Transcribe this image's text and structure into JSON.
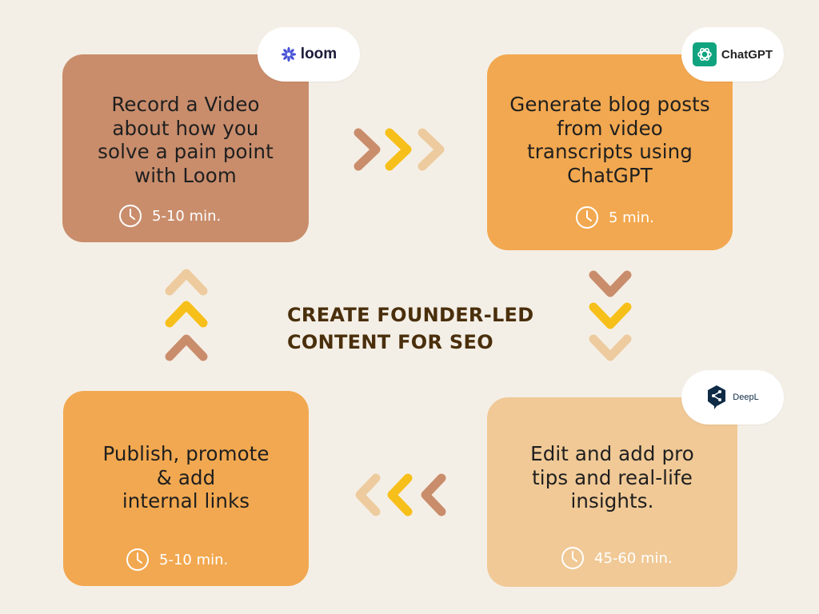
{
  "title": {
    "line1": "CREATE FOUNDER-LED",
    "line2": "CONTENT FOR SEO"
  },
  "steps": [
    {
      "text": "Record a Video\nabout how you\nsolve a pain point\nwith Loom",
      "time": "5-10 min.",
      "tool": "loom",
      "color": "#c98d6c"
    },
    {
      "text": "Generate blog posts\nfrom video\ntranscripts using\nChatGPT",
      "time": "5 min.",
      "tool": "ChatGPT",
      "color": "#f2a850"
    },
    {
      "text": "Edit and add pro\ntips and real-life\ninsights.",
      "time": "45-60 min.",
      "tool": "DeepL",
      "color": "#f0c996"
    },
    {
      "text": "Publish, promote\n& add\n internal links",
      "time": "5-10 min.",
      "color": "#f2a850"
    }
  ],
  "colors": {
    "background": "#f4efe6",
    "title": "#4a2f0c",
    "chevron_brown": "#c98d6c",
    "chevron_yellow": "#f7bf1a",
    "chevron_light": "#edcb9e",
    "loom_blue": "#4752d6",
    "chatgpt_green": "#10a37f",
    "deepl_navy": "#0f2b46"
  },
  "icons": {
    "time": "clock-icon",
    "flow": "chevron-icon"
  }
}
